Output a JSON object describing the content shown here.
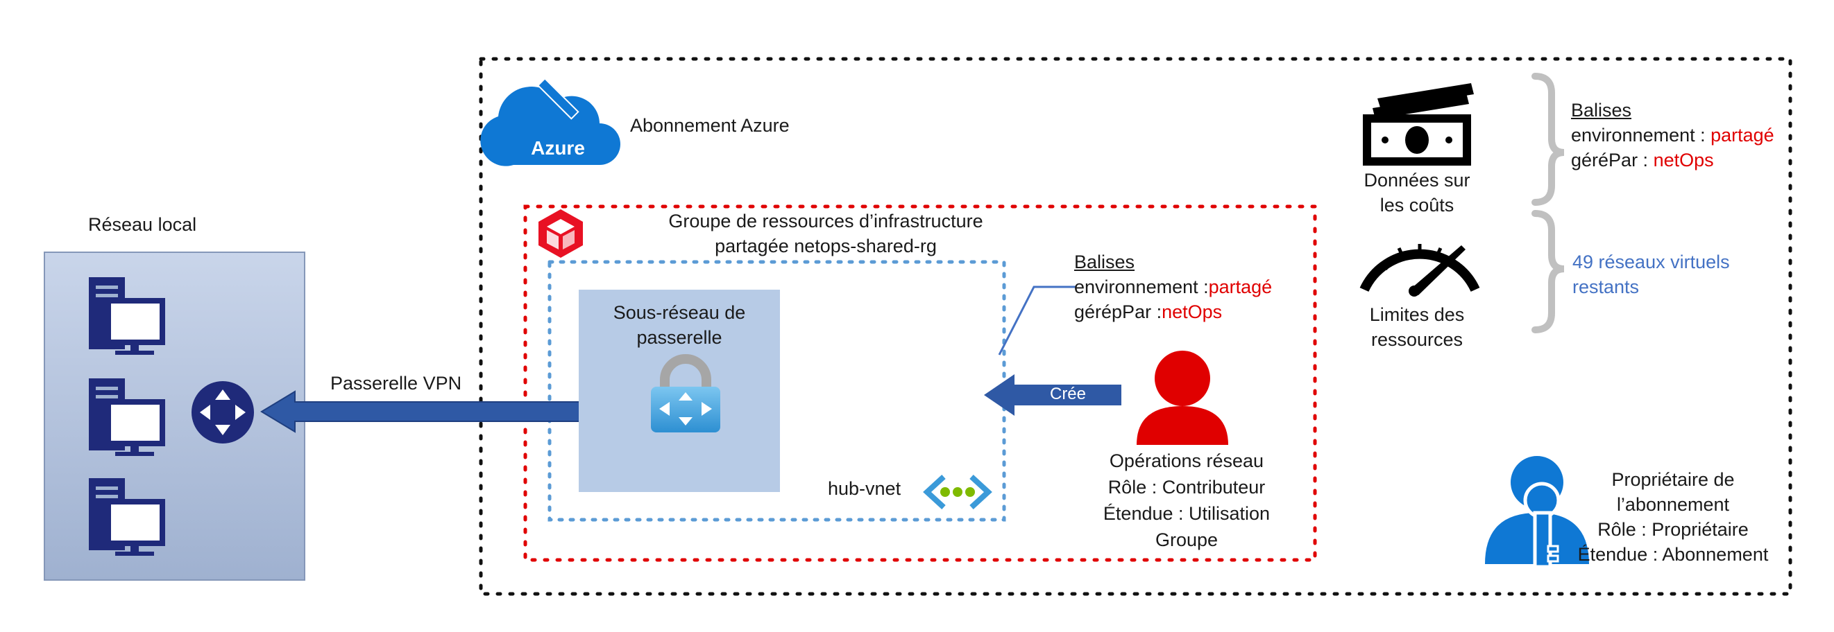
{
  "local_network": {
    "title": "Réseau local"
  },
  "vpn": {
    "label": "Passerelle VPN"
  },
  "subscription": {
    "title": "Abonnement Azure",
    "logo_text": "Azure"
  },
  "resource_group": {
    "title_line1": "Groupe de ressources d’infrastructure",
    "title_line2": "partagée netops-shared-rg"
  },
  "subnet": {
    "line1": "Sous-réseau de",
    "line2": "passerelle"
  },
  "vnet": {
    "label": "hub-vnet"
  },
  "rg_tags": {
    "heading": "Balises",
    "env_key": "environnement :",
    "env_value": "partagé",
    "managed_key": "gérépPar :",
    "managed_value": "netOps"
  },
  "creates_arrow": {
    "label": "Crée"
  },
  "network_ops": {
    "line1": "Opérations réseau",
    "line2": "Rôle : Contributeur",
    "line3": "Étendue : Utilisation",
    "line4": "Groupe"
  },
  "cost": {
    "line1": "Données sur",
    "line2": "les coûts"
  },
  "limits": {
    "line1": "Limites des",
    "line2": "ressources"
  },
  "sub_tags": {
    "heading": "Balises",
    "env_key": "environnement : ",
    "env_value": "partagé",
    "managed_key": "géréPar : ",
    "managed_value": "netOps"
  },
  "vnets_remaining": {
    "line1": "49 réseaux virtuels",
    "line2": "restants"
  },
  "owner": {
    "line1": "Propriétaire de",
    "line2": "l’abonnement",
    "line3": "Rôle : Propriétaire",
    "line4": "Étendue : Abonnement"
  },
  "colors": {
    "accent_blue": "#4472c4",
    "azure_blue": "#0f78d4",
    "tag_red": "#e00000",
    "navy": "#1f2a7a"
  },
  "icons": [
    "server-icon",
    "router-icon",
    "azure-cloud-icon",
    "resource-group-cube-icon",
    "lock-gateway-icon",
    "vnet-icon",
    "person-icon",
    "money-icon",
    "gauge-icon",
    "owner-key-icon"
  ]
}
